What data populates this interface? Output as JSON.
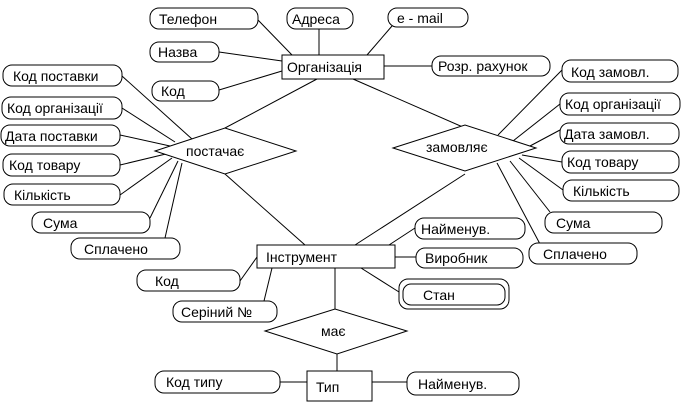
{
  "diagram": {
    "type": "er-diagram",
    "entities": {
      "organization": "Організація",
      "instrument": "Інструмент",
      "type": "Тип"
    },
    "relationships": {
      "supplies": "постачає",
      "orders": "замовляє",
      "has": "має"
    },
    "organization_attrs": {
      "phone": "Телефон",
      "address": "Адреса",
      "email": "e - mail",
      "name": "Назва",
      "code": "Код",
      "account": "Розр. рахунок"
    },
    "supplies_attrs": {
      "supply_code": "Код поставки",
      "org_code": "Код організації",
      "supply_date": "Дата поставки",
      "product_code": "Код товару",
      "quantity": "Кількість",
      "sum": "Сума",
      "paid": "Сплачено"
    },
    "orders_attrs": {
      "order_code": "Код замовл.",
      "org_code": "Код організації",
      "order_date": "Дата замовл.",
      "product_code": "Код товару",
      "quantity": "Кількість",
      "sum": "Сума",
      "paid": "Сплачено"
    },
    "instrument_attrs": {
      "code": "Код",
      "serial": "Серіний №",
      "name": "Найменув.",
      "maker": "Виробник",
      "state": "Стан"
    },
    "type_attrs": {
      "type_code": "Код типу",
      "name": "Найменув."
    }
  }
}
